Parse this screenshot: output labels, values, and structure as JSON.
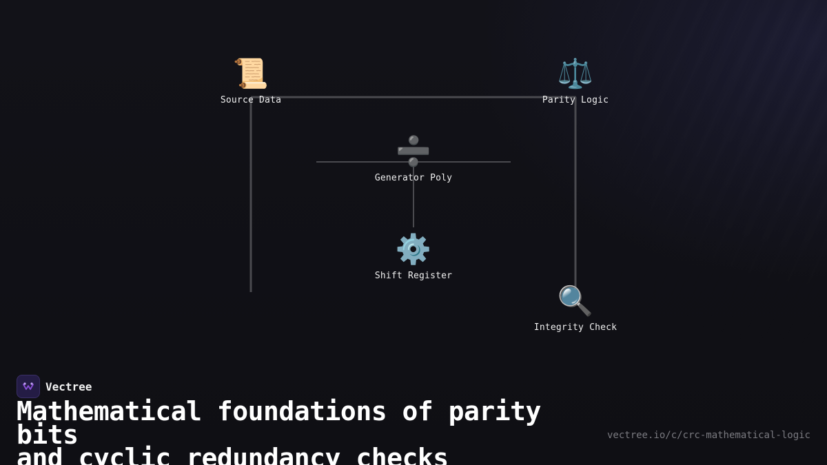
{
  "diagram": {
    "nodes": [
      {
        "id": "source",
        "icon": "scroll-icon",
        "glyph": "📜",
        "label": "Source Data"
      },
      {
        "id": "parity",
        "icon": "balance-scale-icon",
        "glyph": "⚖️",
        "label": "Parity Logic"
      },
      {
        "id": "generator",
        "icon": "divide-icon",
        "glyph": "➗",
        "label": "Generator Poly"
      },
      {
        "id": "shift",
        "icon": "gear-icon",
        "glyph": "⚙️",
        "label": "Shift Register"
      },
      {
        "id": "integrity",
        "icon": "magnifier-icon",
        "glyph": "🔍",
        "label": "Integrity Check"
      }
    ]
  },
  "brand": {
    "name": "Vectree",
    "logo_icon": "vectree-logo-icon",
    "accent": "#8a4fd8"
  },
  "footer": {
    "title_line1": "Mathematical foundations of parity bits",
    "title_line2": "and cyclic redundancy checks",
    "url": "vectree.io/c/crc-mathematical-logic"
  },
  "colors": {
    "background": "#111116",
    "edge": "#4a4a4f",
    "text": "#ffffff",
    "muted": "#7a7a80"
  }
}
